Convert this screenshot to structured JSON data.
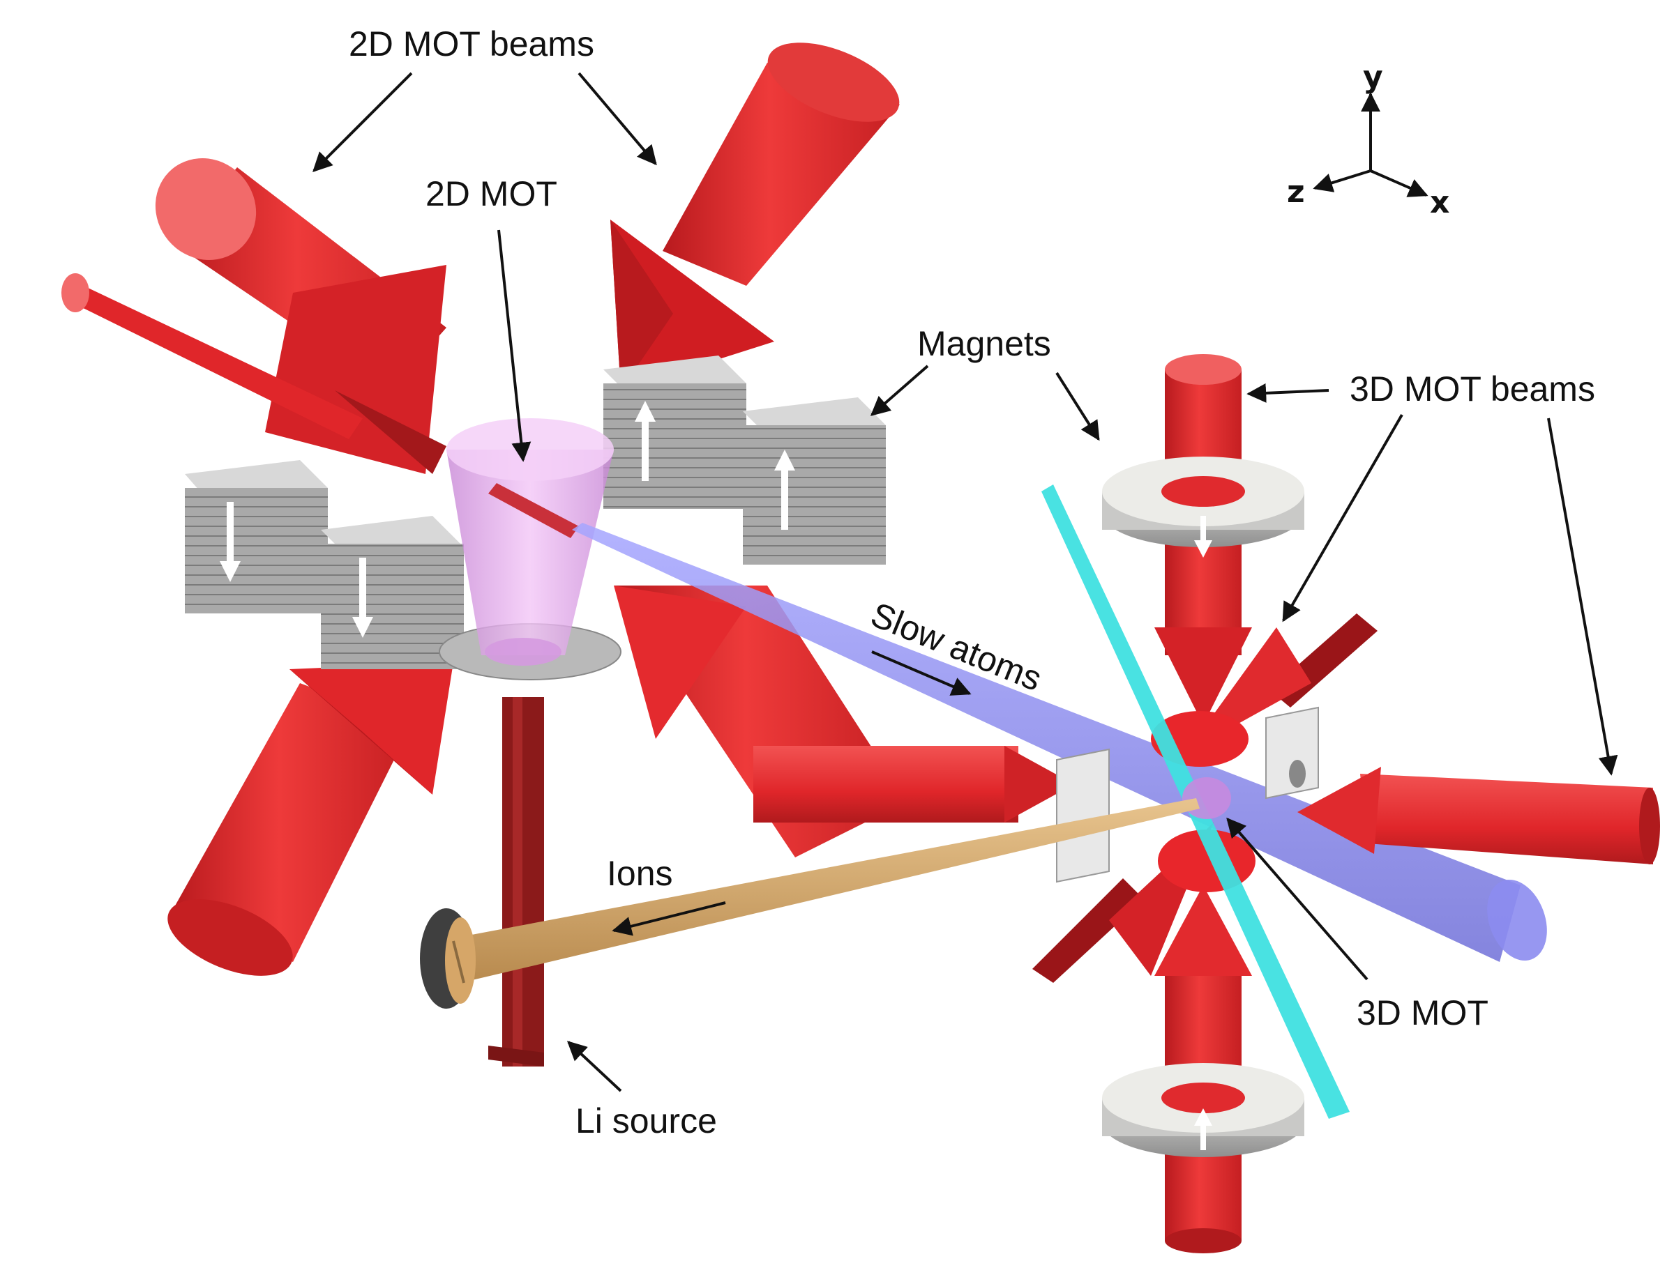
{
  "labels": {
    "mot2d_beams": "2D MOT beams",
    "mot2d": "2D MOT",
    "magnets": "Magnets",
    "mot3d_beams": "3D MOT beams",
    "slow_atoms": "Slow atoms",
    "ions": "Ions",
    "mot3d": "3D MOT",
    "li_source": "Li source"
  },
  "axes": {
    "y": "y",
    "z": "z",
    "x": "x"
  },
  "colors": {
    "laser_beam": "#e8262b",
    "laser_dark": "#a3181b",
    "laser_light": "#f26a6a",
    "atom_beam": "#7f7fe8",
    "ion_beam": "#d2a56a",
    "cyan_beam": "#3fe0e0",
    "magnet_gray": "#a9a9a9",
    "mot_cone": "#e9a8f0",
    "source_tube": "#8b1a1a"
  }
}
